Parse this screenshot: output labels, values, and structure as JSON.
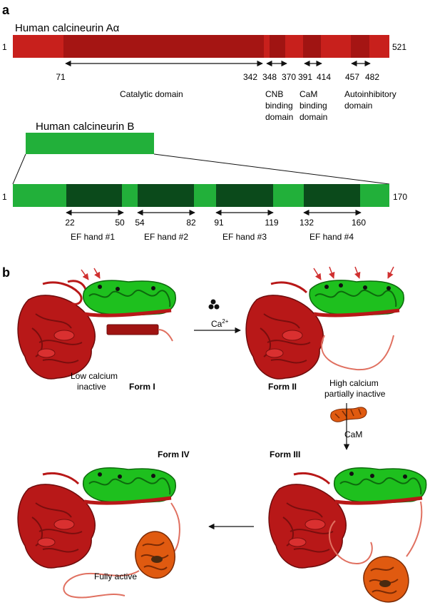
{
  "panel_a": {
    "label": "a",
    "calcineurin_a": {
      "title": "Human calcineurin Aα",
      "start": "1",
      "end": "521",
      "positions": [
        "71",
        "342",
        "348",
        "370",
        "391",
        "414",
        "457",
        "482"
      ],
      "domains": [
        {
          "lines": [
            "Catalytic domain"
          ]
        },
        {
          "lines": [
            "CNB",
            "binding",
            "domain"
          ]
        },
        {
          "lines": [
            "CaM",
            "binding",
            "domain"
          ]
        },
        {
          "lines": [
            "Autoinhibitory",
            "domain"
          ]
        }
      ]
    },
    "calcineurin_b": {
      "title": "Human calcineurin B",
      "start": "1",
      "end": "170",
      "ef_hands": [
        {
          "start": "22",
          "end": "50",
          "label": "EF hand #1"
        },
        {
          "start": "54",
          "end": "82",
          "label": "EF hand #2"
        },
        {
          "start": "91",
          "end": "119",
          "label": "EF hand #3"
        },
        {
          "start": "132",
          "end": "160",
          "label": "EF hand #4"
        }
      ]
    }
  },
  "panel_b": {
    "label": "b",
    "ion_label": "Ca",
    "ion_charge": "2+",
    "cam_label": "CaM",
    "form_1": {
      "name": "Form I",
      "state": [
        "Low calcium",
        "inactive"
      ]
    },
    "form_2": {
      "name": "Form II",
      "state": [
        "High calcium",
        "partially inactive"
      ]
    },
    "form_3": {
      "name": "Form III"
    },
    "form_4": {
      "name": "Form IV",
      "state": [
        "Fully active"
      ]
    }
  },
  "colors": {
    "cna_main": "#c8201c",
    "cna_dark": "#a01412",
    "cnb_main": "#22b03a",
    "cnb_dark": "#0a4a1a",
    "protein_red": "#b81818",
    "protein_green": "#1ec01e",
    "cam_orange": "#e05a10",
    "arrow_red": "#d03030"
  }
}
